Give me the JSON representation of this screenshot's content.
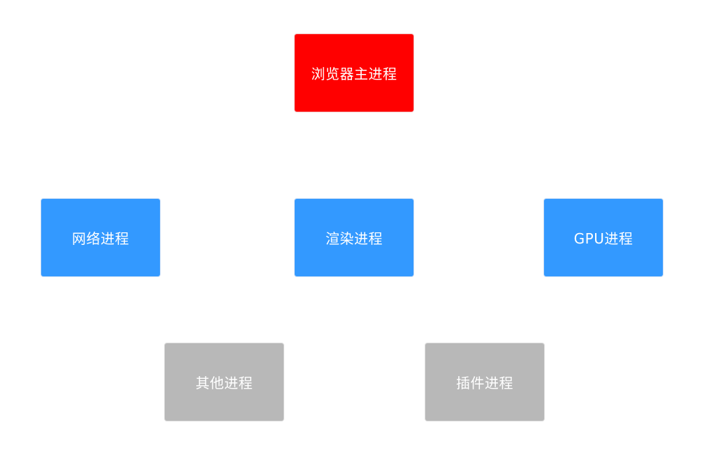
{
  "diagram": {
    "nodes": {
      "browser_main": {
        "label": "浏览器主进程",
        "color": "#ff0000"
      },
      "network": {
        "label": "网络进程",
        "color": "#3399ff"
      },
      "renderer": {
        "label": "渲染进程",
        "color": "#3399ff"
      },
      "gpu": {
        "label": "GPU进程",
        "color": "#3399ff"
      },
      "other": {
        "label": "其他进程",
        "color": "#b8b8b8"
      },
      "plugin": {
        "label": "插件进程",
        "color": "#b8b8b8"
      }
    }
  }
}
